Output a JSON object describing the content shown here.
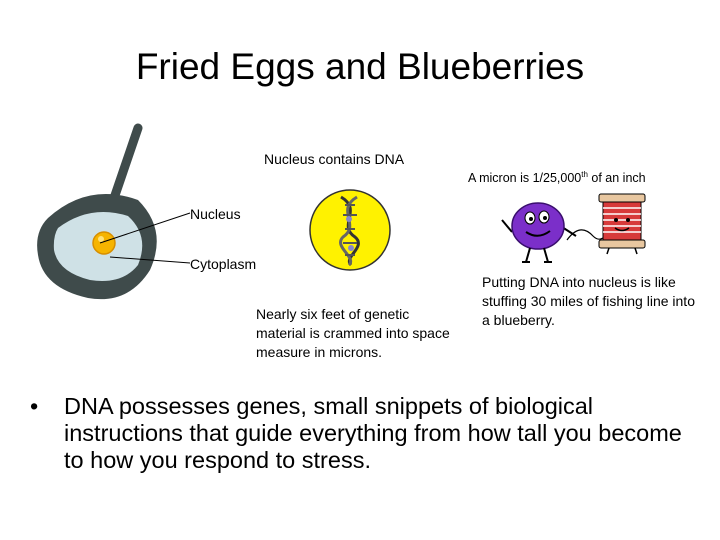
{
  "slide": {
    "title": "Fried Eggs and Blueberries",
    "nucleus_caption": "Nucleus contains DNA",
    "label_nucleus": "Nucleus",
    "label_cytoplasm": "Cytoplasm",
    "micron_text": "A micron is 1/25,000",
    "micron_sup": "th",
    "micron_suffix": " of an inch",
    "genetic_note": "Nearly six feet of genetic material is crammed into space measure in microns.",
    "blueberry_note": "Putting DNA into nucleus is like stuffing 30 miles of fishing line into a blueberry.",
    "bullet_char": "•",
    "bullet_text": "DNA possesses genes, small snippets of biological instructions that guide everything from  how tall you become to how you respond to stress."
  },
  "icons": {
    "pan": "frying-pan-egg-icon",
    "dna": "dna-helix-icon",
    "blueberry": "blueberry-character-icon",
    "spool": "thread-spool-icon"
  },
  "colors": {
    "pan": "#3f4b4b",
    "egg_white": "#cfe1e6",
    "yolk": "#f6b400",
    "dna_circle": "#fff200",
    "blueberry": "#7b2fc9",
    "spool_red": "#d73a3a"
  }
}
